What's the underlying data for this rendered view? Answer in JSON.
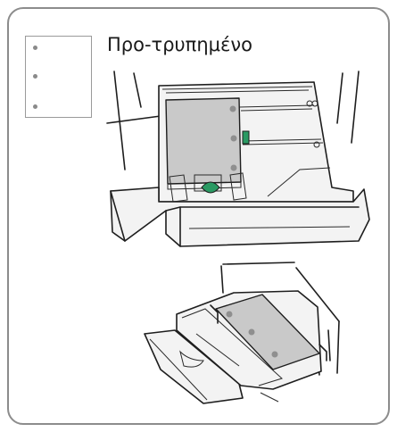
{
  "caption": {
    "title": "Προ-τρυπημένο"
  },
  "icons": {
    "paper": "pre-punched-paper-icon",
    "tray": "paper-tray-illustration",
    "bypass": "bypass-tray-illustration"
  }
}
